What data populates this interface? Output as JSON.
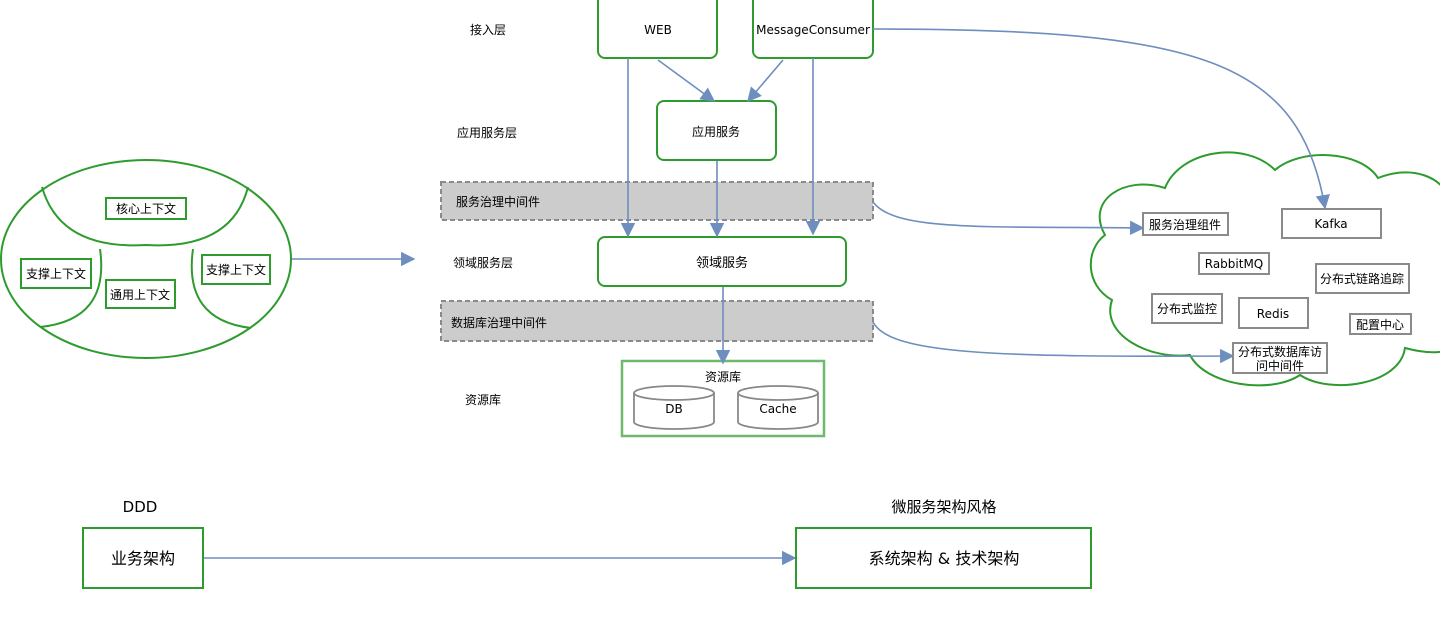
{
  "layers": {
    "access": "接入层",
    "app": "应用服务层",
    "domain": "领域服务层",
    "resource": "资源库"
  },
  "nodes": {
    "web": "WEB",
    "message_consumer": "MessageConsumer",
    "app_service": "应用服务",
    "domain_service": "领域服务",
    "service_governance_mw": "服务治理中间件",
    "db_governance_mw": "数据库治理中间件",
    "resource_repo": "资源库",
    "db": "DB",
    "cache": "Cache"
  },
  "contexts": {
    "core": "核心上下文",
    "support_left": "支撑上下文",
    "generic": "通用上下文",
    "support_right": "支撑上下文"
  },
  "cloud": {
    "service_governance_component": "服务治理组件",
    "kafka": "Kafka",
    "rabbitmq": "RabbitMQ",
    "distributed_tracing": "分布式链路追踪",
    "distributed_monitoring": "分布式监控",
    "redis": "Redis",
    "config_center": "配置中心",
    "distributed_db_access_line1": "分布式数据库访",
    "distributed_db_access_line2": "问中间件"
  },
  "bottom": {
    "ddd_title": "DDD",
    "business_arch": "业务架构",
    "microservice_title": "微服务架构风格",
    "system_tech_arch": "系统架构 & 技术架构"
  },
  "colors": {
    "green": "#2e9b2e",
    "light_green": "#6fb86f",
    "arrow_blue": "#6d8ebf",
    "gray_fill": "#cccccc",
    "gray_border": "#8a8a8a"
  }
}
